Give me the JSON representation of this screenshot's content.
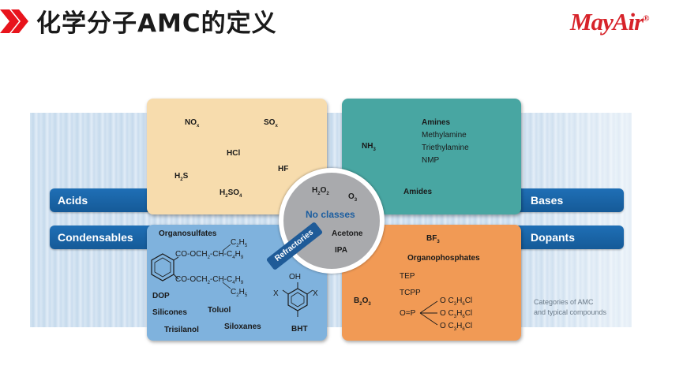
{
  "header": {
    "title": "化学分子AMC的定义",
    "logo_text": "MayAir",
    "logo_mark": "®"
  },
  "side_bars": {
    "acids": "Acids",
    "condensables": "Condensables",
    "bases": "Bases",
    "dopants": "Dopants"
  },
  "acids_panel": {
    "nox": "NO",
    "nox_sub": "x",
    "sox": "SO",
    "sox_sub": "x",
    "hcl": "HCl",
    "hf": "HF",
    "h2s": "H",
    "h2s_sub": "2",
    "h2s_end": "S",
    "h2so4": "H",
    "h2so4_sub1": "2",
    "h2so4_mid": "SO",
    "h2so4_sub2": "4"
  },
  "bases_panel": {
    "nh3": "NH",
    "nh3_sub": "3",
    "amines": "Amines",
    "methylamine": "Methylamine",
    "triethylamine": "Triethylamine",
    "nmp": "NMP",
    "amides": "Amides"
  },
  "center": {
    "h2o2": "H",
    "h2o2_sub1": "2",
    "h2o2_mid": "O",
    "h2o2_sub2": "2",
    "o3": "O",
    "o3_sub": "3",
    "no_classes": "No classes",
    "acetone": "Acetone",
    "ipa": "IPA",
    "refractories": "Refractories"
  },
  "condensables_panel": {
    "organosulfates": "Organosulfates",
    "dop": "DOP",
    "silicones": "Silicones",
    "toluol": "Toluol",
    "trisilanol": "Trisilanol",
    "siloxanes": "Siloxanes",
    "bht": "BHT",
    "oh": "OH",
    "x_mark": "X",
    "ester1": "CO-OCH",
    "ester1_tail": "-CH-C",
    "ester2": "CO-OCH",
    "ester2_tail": "-CH-C",
    "c2h5": "C",
    "c4h9": "C",
    "sub2": "2",
    "sub5": "5",
    "sub4": "4",
    "sub9": "9",
    "sub_h": "H"
  },
  "dopants_panel": {
    "bf3": "BF",
    "bf3_sub": "3",
    "organophosphates": "Organophosphates",
    "tep": "TEP",
    "tcpp": "TCPP",
    "b2o3": "B",
    "b2o3_sub1": "2",
    "b2o3_mid": "O",
    "b2o3_sub2": "3",
    "op": "O=P",
    "chain": "O C",
    "chain_sub1": "3",
    "chain_mid": "H",
    "chain_sub2": "6",
    "chain_end": "Cl"
  },
  "caption": {
    "line1": "Categories of AMC",
    "line2": "and typical compounds"
  },
  "colors": {
    "acids_panel": "#f7dcad",
    "bases_panel": "#48a6a2",
    "condensables_panel": "#7fb2dd",
    "dopants_panel": "#f19a55",
    "bar": "#1f6fb6",
    "logo": "#d7232a",
    "accent": "#e8141c"
  }
}
